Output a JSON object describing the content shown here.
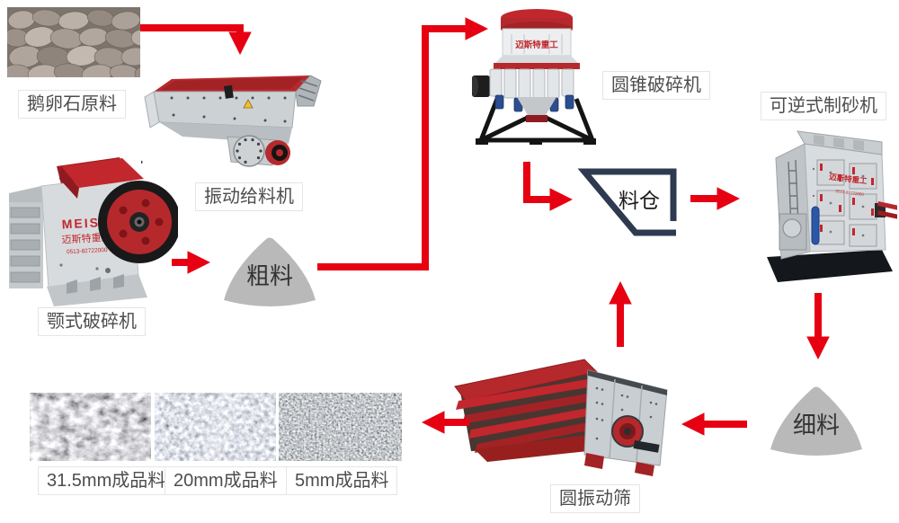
{
  "colors": {
    "arrow": "#e60012",
    "cone_fill": "#b9b9b9",
    "cone_text": "#333333",
    "hopper_stroke": "#2e3a50",
    "machine_red": "#b5292c",
    "label_text": "#4d4d4d",
    "label_border": "#e5e5e5"
  },
  "nodes": {
    "raw_material": {
      "label": "鹅卵石原料"
    },
    "vibrating_feeder": {
      "label": "振动给料机"
    },
    "jaw_crusher": {
      "label": "颚式破碎机",
      "brand": "MEIST",
      "brand_cn": "迈斯特重工",
      "phone": "0513-82722000"
    },
    "cone_crusher": {
      "label": "圆锥破碎机",
      "brand_cn": "迈斯特重工"
    },
    "hopper": {
      "label": "料仓"
    },
    "sand_maker": {
      "label": "可逆式制砂机",
      "brand_cn": "迈斯特重工",
      "phone": "0513-82722000"
    },
    "coarse_material": {
      "label": "粗料"
    },
    "fine_material": {
      "label": "细料"
    },
    "vibrating_screen": {
      "label": "圆振动筛"
    },
    "products": [
      {
        "label": "31.5mm成品料"
      },
      {
        "label": "20mm成品料"
      },
      {
        "label": "5mm成品料"
      }
    ]
  },
  "flow": [
    "鹅卵石原料 → 振动给料机",
    "颚式破碎机 → 粗料",
    "粗料 → 圆锥破碎机",
    "圆锥破碎机 → 料仓",
    "料仓 → 可逆式制砂机",
    "可逆式制砂机 → 细料",
    "细料 → 圆振动筛",
    "圆振动筛 → 料仓",
    "圆振动筛 → 成品料"
  ]
}
